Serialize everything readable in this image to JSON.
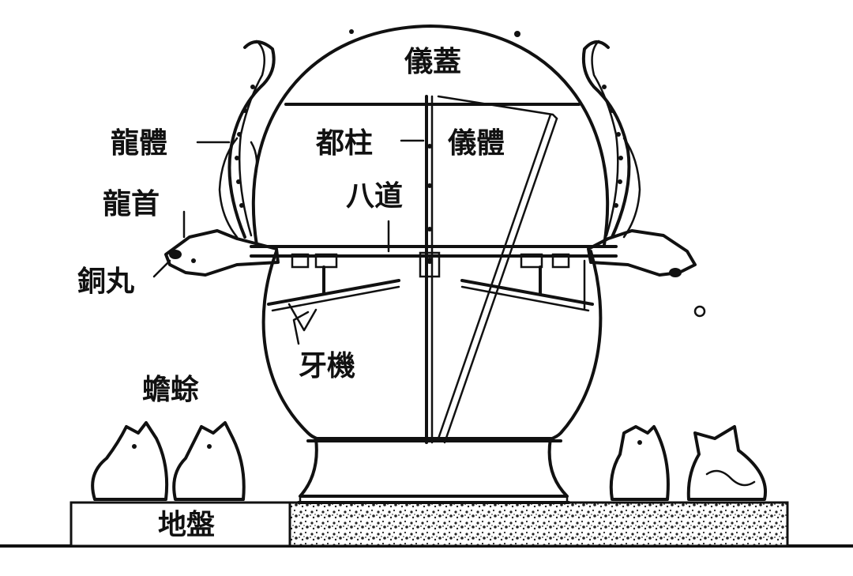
{
  "labels": {
    "yi_gai": "儀蓋",
    "long_ti": "龍體",
    "du_zhu": "都柱",
    "yi_ti": "儀體",
    "ba_dao": "八道",
    "long_shou": "龍首",
    "tong_wan": "銅丸",
    "ya_ji": "牙機",
    "chan_chu": "蟾蜍",
    "di_pan": "地盤"
  },
  "colors": {
    "ink": "#111111",
    "background": "#ffffff",
    "base_speckle": "#222222"
  }
}
